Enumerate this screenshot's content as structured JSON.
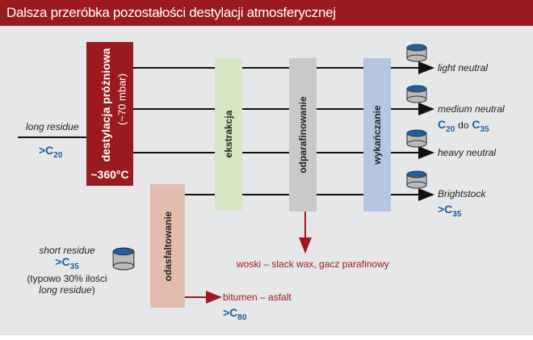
{
  "title": "Dalsza przeróbka pozostałości destylacji atmosferycznej",
  "feed": {
    "label": "long residue",
    "chem": ">C",
    "chem_sub": "20"
  },
  "vacuum": {
    "name": "destylacja próżniowa",
    "pressure": "(~70 mbar)",
    "temp": "~360°C"
  },
  "processes": {
    "extraction": "ekstrakcja",
    "dewaxing": "odparafinowanie",
    "finishing": "wykańczanie",
    "deasphalting": "odasfaltowanie"
  },
  "products": {
    "light": "light neutral",
    "medium": "medium neutral",
    "medium_range": {
      "c1": "C",
      "s1": "20",
      "mid": "do",
      "c2": "C",
      "s2": "35"
    },
    "heavy": "heavy neutral",
    "bright": "Brightstock",
    "bright_chem": {
      "c": ">C",
      "s": "35"
    }
  },
  "short_residue": {
    "label": "short residue",
    "chem": ">C",
    "chem_sub": "35",
    "note1": "(typowo 30% ilości",
    "note2": "long residue",
    "note3": ")"
  },
  "wax": "woski – slack wax, gacz parafinowy",
  "bitumen": {
    "label": "bitumen – asfalt",
    "chem": ">C",
    "chem_sub": "80"
  },
  "colors": {
    "title": "#9b1a20",
    "vacuum": "#9b1a20",
    "extraction": "#d5e6c2",
    "dewaxing": "#c9cac8",
    "finishing": "#b4c6e2",
    "deasphalting": "#e4bcae",
    "chem": "#1f5fa0"
  }
}
